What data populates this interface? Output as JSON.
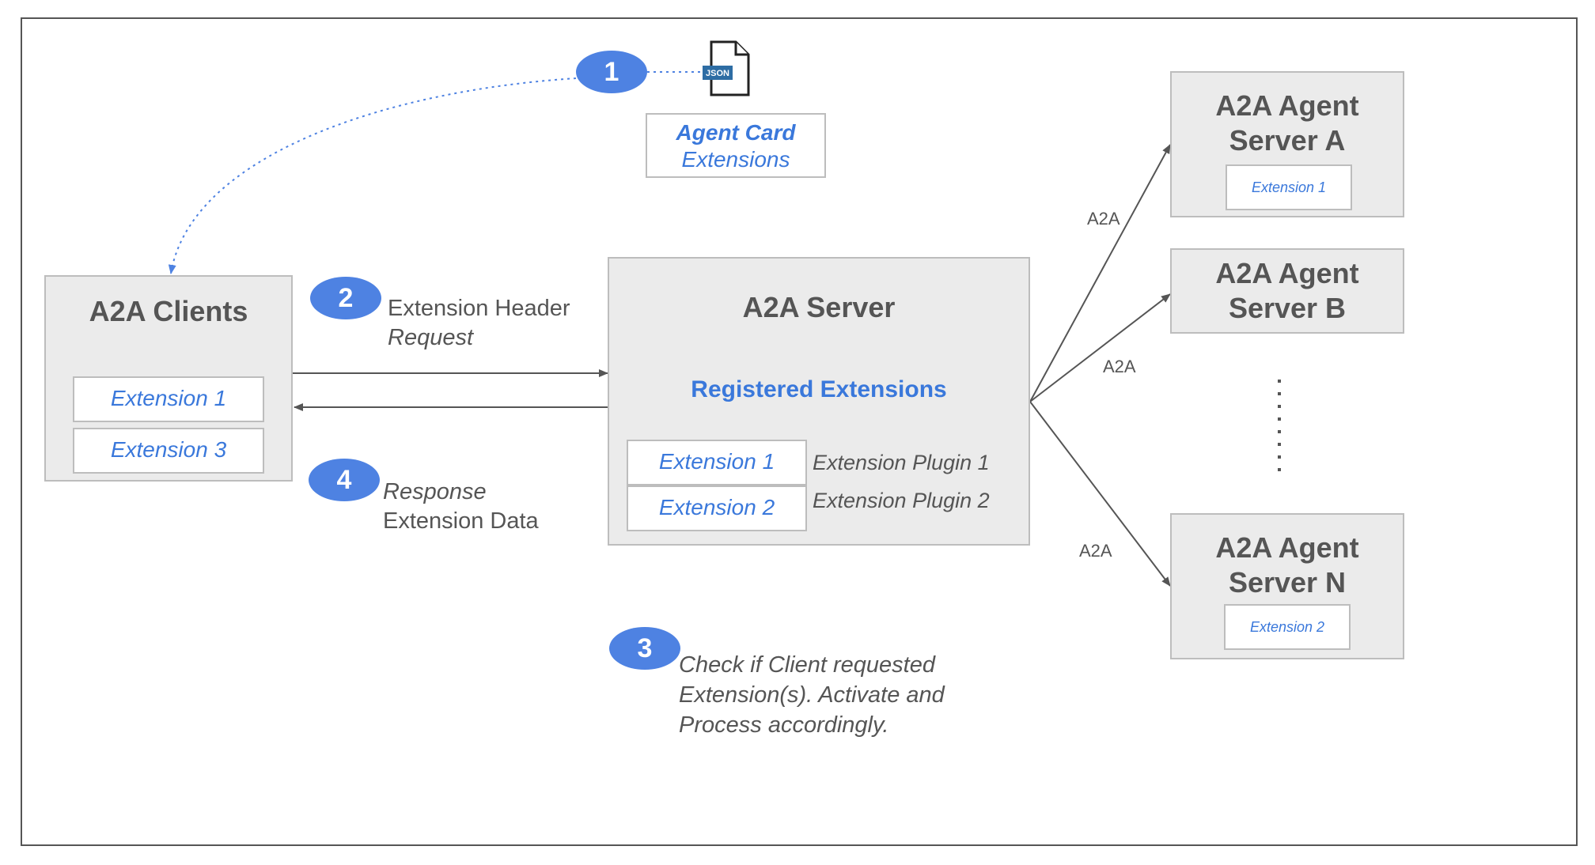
{
  "agent_card": {
    "title": "Agent Card",
    "subtitle": "Extensions",
    "file_icon_label": "JSON"
  },
  "clients": {
    "title": "A2A Clients",
    "extensions": [
      "Extension 1",
      "Extension 3"
    ]
  },
  "server": {
    "title": "A2A Server",
    "registered_label": "Registered Extensions",
    "extensions": [
      "Extension 1",
      "Extension 2"
    ],
    "plugins": [
      "Extension Plugin 1",
      "Extension Plugin 2"
    ]
  },
  "agents": [
    {
      "title_line1": "A2A Agent",
      "title_line2": "Server A",
      "extension": "Extension 1"
    },
    {
      "title_line1": "A2A Agent",
      "title_line2": "Server B"
    },
    {
      "title_line1": "A2A Agent",
      "title_line2": "Server N",
      "extension": "Extension 2"
    }
  ],
  "steps": {
    "s1": {
      "number": "1"
    },
    "s2": {
      "number": "2",
      "line1": "Extension Header",
      "line2": "Request"
    },
    "s3": {
      "number": "3",
      "line1": "Check if Client requested",
      "line2": "Extension(s). Activate and",
      "line3": "Process accordingly."
    },
    "s4": {
      "number": "4",
      "line1": "Response",
      "line2": "Extension Data"
    }
  },
  "connection_labels": [
    "A2A",
    "A2A",
    "A2A"
  ],
  "colors": {
    "accent_blue": "#4e82e2",
    "text_blue": "#3a78db",
    "box_fill": "#ebebeb",
    "box_border": "#bdbdbd",
    "arrow": "#555555"
  }
}
